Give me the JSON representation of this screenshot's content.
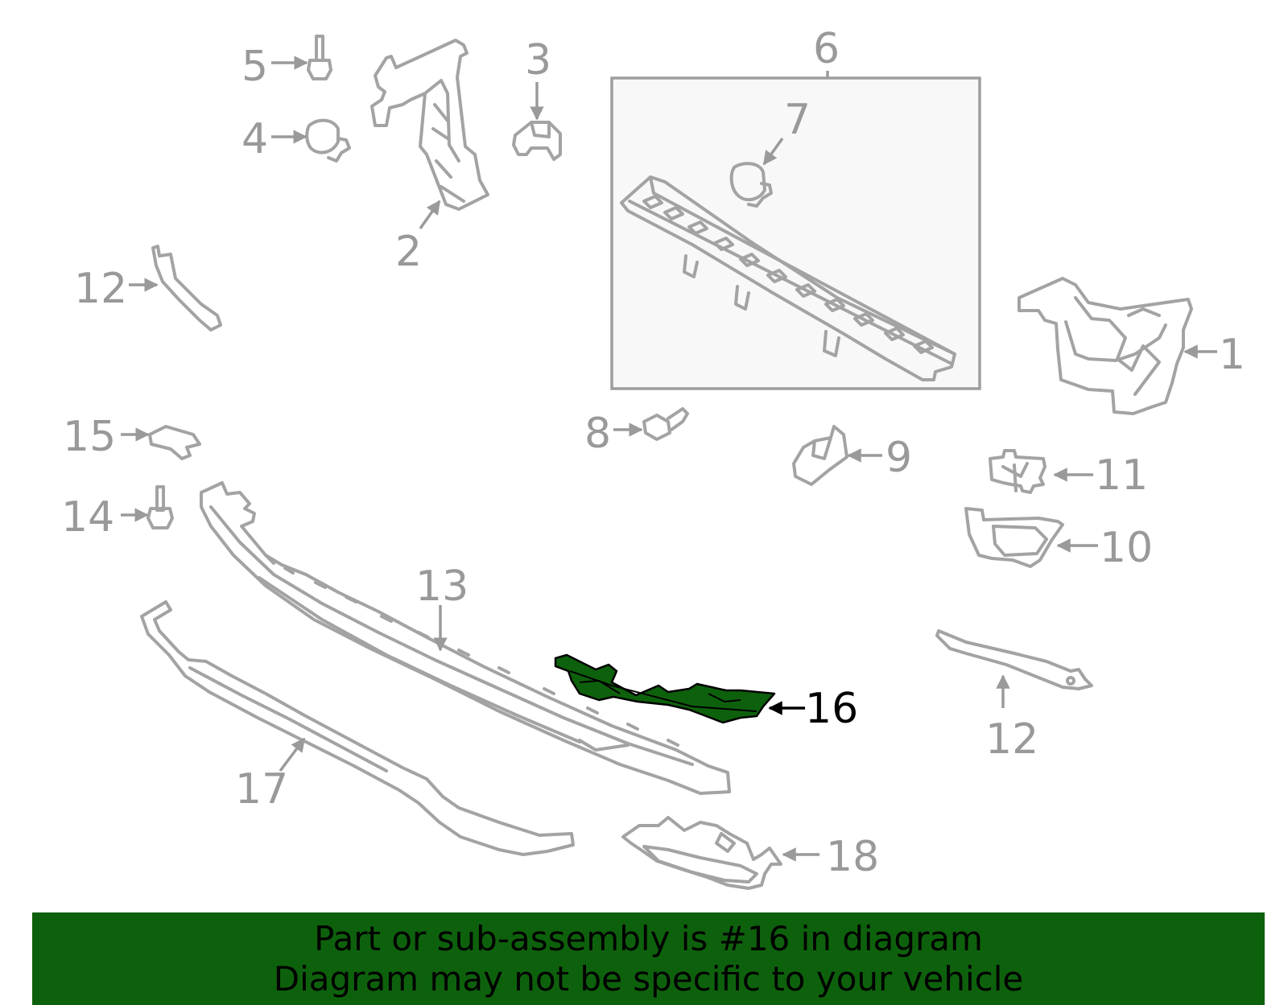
{
  "diagram": {
    "highlight_color": "#0e610c",
    "callouts": [
      {
        "id": "c5",
        "label": "5"
      },
      {
        "id": "c4",
        "label": "4"
      },
      {
        "id": "c3",
        "label": "3"
      },
      {
        "id": "c2",
        "label": "2"
      },
      {
        "id": "c6",
        "label": "6"
      },
      {
        "id": "c7",
        "label": "7"
      },
      {
        "id": "c12a",
        "label": "12"
      },
      {
        "id": "c1",
        "label": "1"
      },
      {
        "id": "c8",
        "label": "8"
      },
      {
        "id": "c9",
        "label": "9"
      },
      {
        "id": "c15",
        "label": "15"
      },
      {
        "id": "c11",
        "label": "11"
      },
      {
        "id": "c14",
        "label": "14"
      },
      {
        "id": "c10",
        "label": "10"
      },
      {
        "id": "c13",
        "label": "13"
      },
      {
        "id": "c16",
        "label": "16",
        "highlighted": true
      },
      {
        "id": "c12b",
        "label": "12"
      },
      {
        "id": "c17",
        "label": "17"
      },
      {
        "id": "c18",
        "label": "18"
      }
    ]
  },
  "banner": {
    "background": "#0e610c",
    "line1": "Part or sub-assembly is #16 in diagram",
    "line2": "Diagram may not be specific to your vehicle"
  }
}
